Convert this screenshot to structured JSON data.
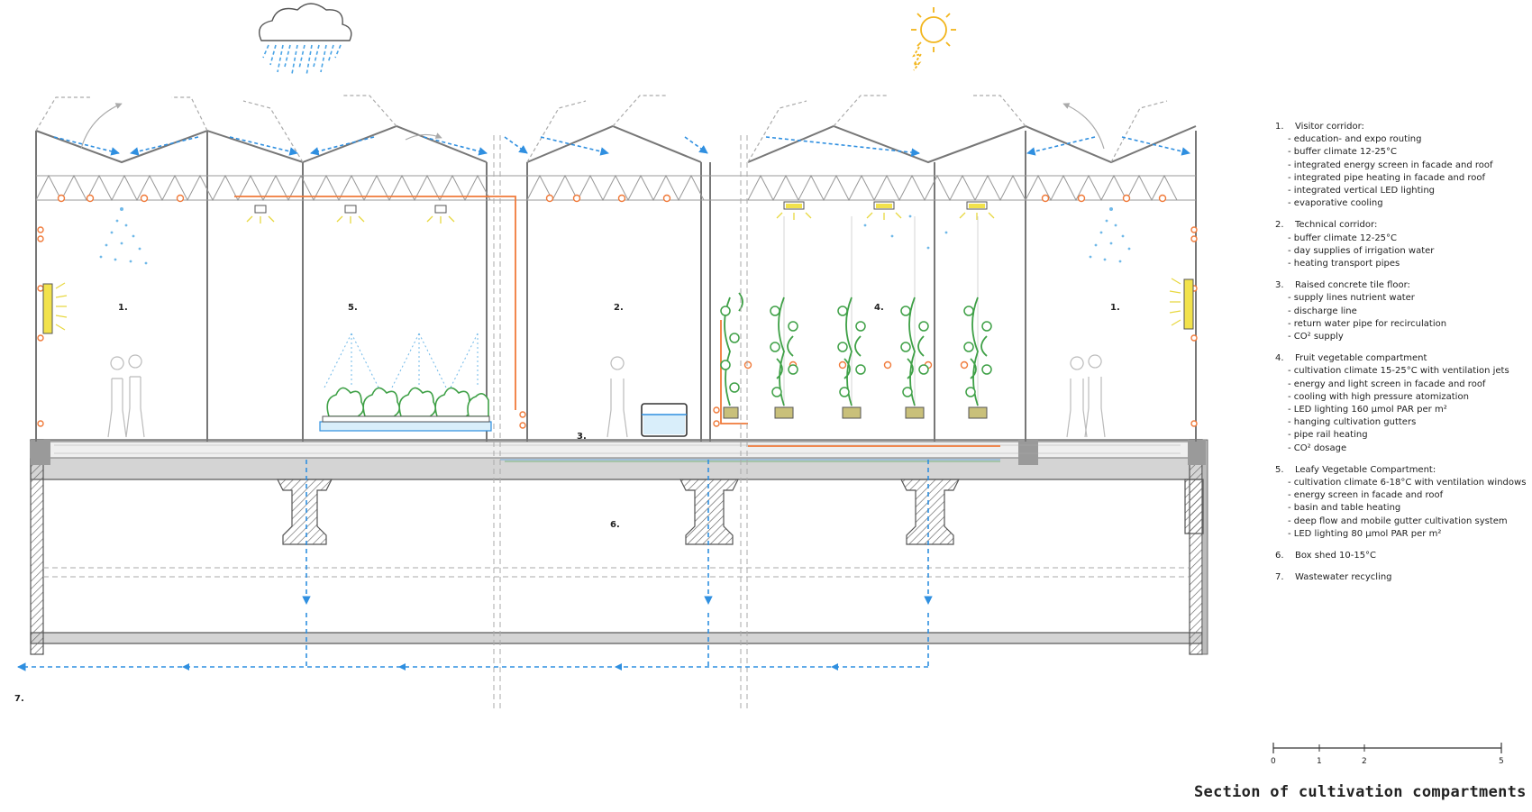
{
  "title": "Section of cultivation compartments",
  "section_labels": {
    "l1a": "1.",
    "l5": "5.",
    "l2": "2.",
    "l4": "4.",
    "l1b": "1.",
    "l3": "3.",
    "l6": "6.",
    "l7": "7."
  },
  "legend": [
    {
      "num": "1.",
      "title": "Visitor corridor:",
      "items": [
        "- education- and expo routing",
        "- buffer climate 12-25°C",
        "- integrated energy screen in facade and roof",
        "- integrated pipe heating in facade and roof",
        "- integrated vertical LED lighting",
        "- evaporative cooling"
      ]
    },
    {
      "num": "2.",
      "title": "Technical corridor:",
      "items": [
        "- buffer climate 12-25°C",
        "- day supplies of irrigation water",
        "- heating transport pipes"
      ]
    },
    {
      "num": "3.",
      "title": "Raised concrete tile floor:",
      "items": [
        "- supply lines nutrient water",
        "- discharge line",
        "- return water pipe for recirculation",
        "- CO² supply"
      ]
    },
    {
      "num": "4.",
      "title": "Fruit vegetable compartment",
      "items": [
        "- cultivation climate 15-25°C with ventilation jets",
        "- energy and light screen in facade and roof",
        "- cooling with high pressure atomization",
        "- LED lighting 160 µmol PAR per m²",
        "- hanging cultivation gutters",
        "- pipe rail heating",
        "- CO² dosage"
      ]
    },
    {
      "num": "5.",
      "title": "Leafy Vegetable Compartment:",
      "items": [
        "- cultivation climate 6-18°C with ventilation windows",
        "- energy screen in facade and roof",
        "- basin and table heating",
        "- deep flow and mobile gutter cultivation system",
        "- LED lighting 80 µmol PAR per m²"
      ]
    },
    {
      "num": "6.",
      "title": "Box shed 10-15°C",
      "items": []
    },
    {
      "num": "7.",
      "title": "Wastewater recycling",
      "items": []
    }
  ],
  "scale_bar": {
    "ticks": [
      "0",
      "1",
      "2",
      "5"
    ]
  },
  "colors": {
    "structure": "#888888",
    "concrete": "#c8c8c8",
    "water_flow": "#2f8fe0",
    "heating_pipe": "#f07a3a",
    "led_light": "#e8d840",
    "plant": "#3ea046",
    "mist": "#6fb8e8"
  },
  "icons": [
    "rain-cloud-icon",
    "sun-icon"
  ]
}
